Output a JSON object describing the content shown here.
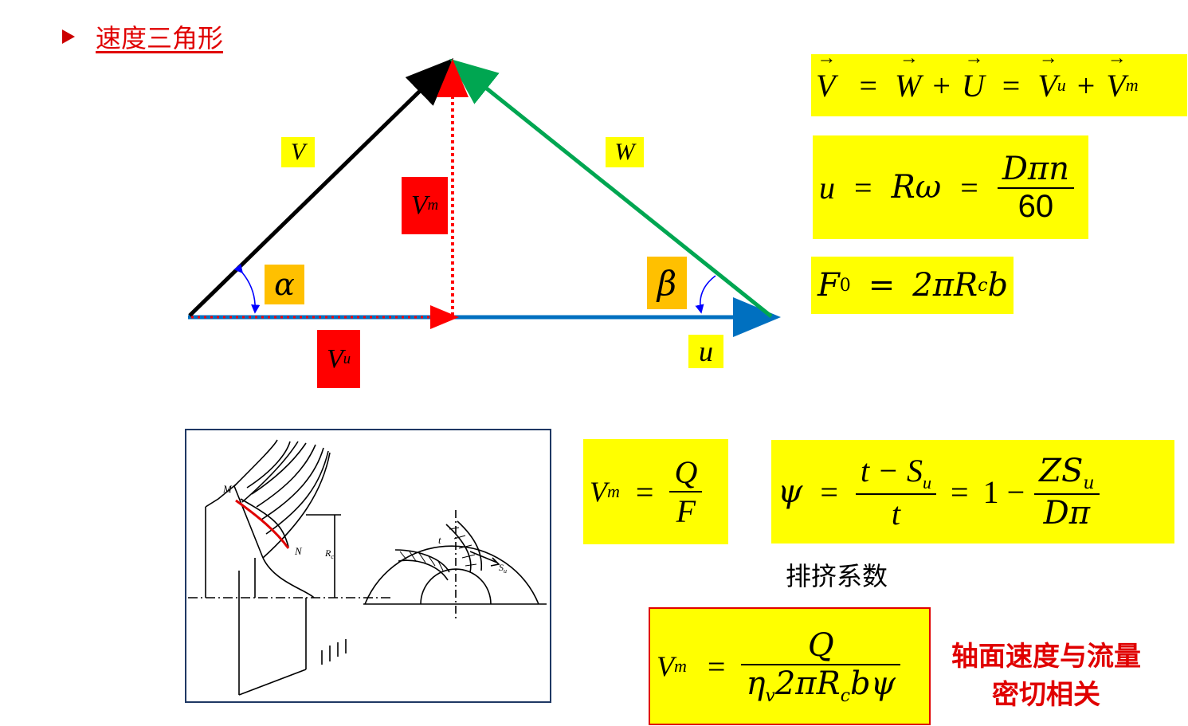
{
  "title": "速度三角形",
  "triangle": {
    "labels": {
      "V": "V",
      "W": "W",
      "Vm_main": "V",
      "Vm_sub": "m",
      "Vu_main": "V",
      "Vu_sub": "u",
      "u": "u",
      "alpha": "α",
      "beta": "β"
    },
    "colors": {
      "V_arrow": "#000000",
      "W_arrow": "#00a651",
      "u_arrow": "#0070c0",
      "Vm_line": "#ff0000",
      "angle_marks": "#0000ff",
      "highlight": "#ffff00",
      "red_label": "#ff0000",
      "angle_label": "#ffc000"
    }
  },
  "formulas": {
    "vector_sum": {
      "V": "V",
      "W": "W",
      "U": "U",
      "Vu": "V",
      "u": "u",
      "Vm": "V",
      "m": "m",
      "eq": "=",
      "plus": "+"
    },
    "u_eq": {
      "lhs": "u",
      "mid": "Rω",
      "num": "Dπn",
      "den": "60",
      "eq": "="
    },
    "F0_eq": {
      "lhs": "F",
      "sub": "0",
      "rhs_a": "2πR",
      "rhs_sub": "c",
      "rhs_b": "b",
      "eq": "="
    },
    "vm_qf": {
      "lhs": "V",
      "sub": "m",
      "num": "Q",
      "den": "F",
      "eq": "="
    },
    "psi_eq": {
      "lhs": "ψ",
      "num1": "t − S",
      "num1_sub": "u",
      "den1": "t",
      "one": "1 −",
      "num2": "ZS",
      "num2_sub": "u",
      "den2": "Dπ",
      "eq": "="
    },
    "vm_final": {
      "lhs": "V",
      "sub": "m",
      "num": "Q",
      "den_a": "η",
      "den_sub1": "v",
      "den_b": "2πR",
      "den_sub2": "c",
      "den_c": "bψ",
      "eq": "="
    }
  },
  "labels": {
    "psi_name": "排挤系数",
    "note_line1": "轴面速度与流量",
    "note_line2": "密切相关"
  },
  "figure": {
    "M": "M",
    "N": "N",
    "Rc": "R",
    "Rc_sub": "c",
    "t": "t",
    "Su": "S",
    "Su_sub": "u"
  }
}
